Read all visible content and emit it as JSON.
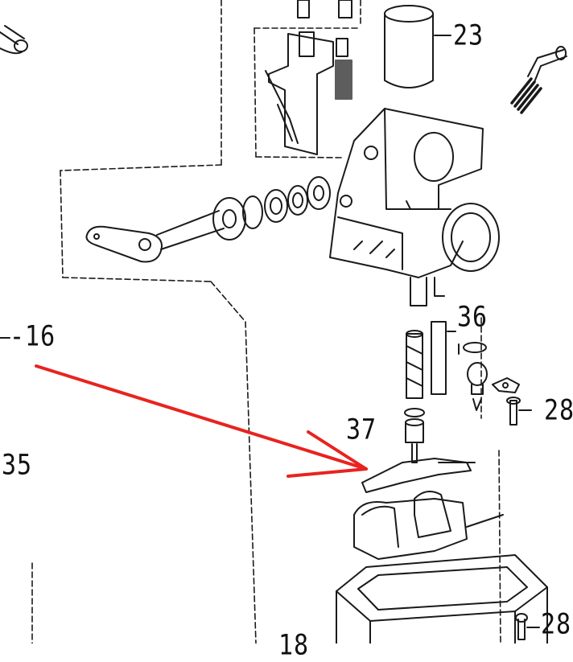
{
  "diagram": {
    "labels": {
      "p23": "23",
      "p16": "-16",
      "p36": "36",
      "p28_top": "28",
      "p37": "37",
      "p35": "35",
      "p28_bottom": "28",
      "p18": "18"
    },
    "annotation_color": "#e8231f",
    "line_color": "#1a1a1a"
  }
}
